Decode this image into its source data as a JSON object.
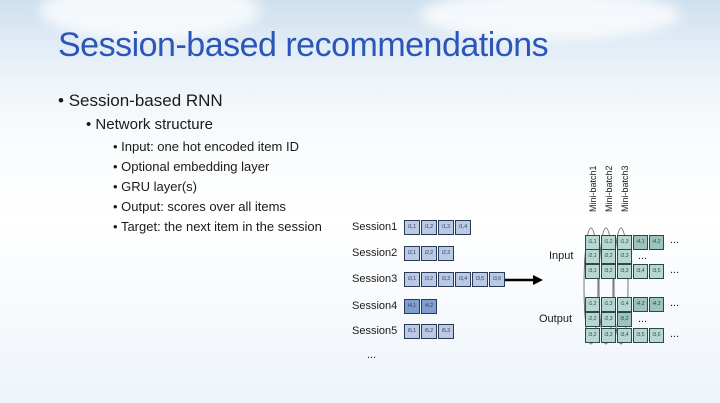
{
  "slide": {
    "title": "Session-based recommendations",
    "bullet1": "Session-based RNN",
    "bullet2": "Network structure",
    "bullet3": [
      "Input: one hot encoded item ID",
      "Optional embedding layer",
      "GRU layer(s)",
      "Output: scores over all items",
      "Target: the next item in the session"
    ]
  },
  "diagram": {
    "sessions": [
      {
        "label": "Session1",
        "items": [
          "i1,1",
          "i1,2",
          "i1,3",
          "i1,4"
        ]
      },
      {
        "label": "Session2",
        "items": [
          "i2,1",
          "i2,2",
          "i2,3"
        ]
      },
      {
        "label": "Session3",
        "items": [
          "i3,1",
          "i3,2",
          "i3,3",
          "i3,4",
          "i3,5",
          "i3,6"
        ]
      },
      {
        "label": "Session4",
        "items": [
          "i4,1",
          "i4,2"
        ]
      },
      {
        "label": "Session5",
        "items": [
          "i5,1",
          "i5,2",
          "i5,3"
        ]
      }
    ],
    "sessions_more": "...",
    "minibatches": [
      "Mini-batch1",
      "Mini-batch2",
      "Mini-batch3"
    ],
    "input_label": "Input",
    "output_label": "Output",
    "input_rows": [
      [
        "i1,1",
        "i1,2",
        "i1,3",
        "i4,1",
        "i4,2"
      ],
      [
        "i2,1",
        "i2,2",
        "i2,3"
      ],
      [
        "i3,1",
        "i3,2",
        "i3,3",
        "i3,4",
        "i3,5"
      ]
    ],
    "output_rows": [
      [
        "i1,2",
        "i1,3",
        "i1,4",
        "i4,2",
        "i4,3"
      ],
      [
        "i2,2",
        "i2,3",
        "i5,2"
      ],
      [
        "i3,2",
        "i3,3",
        "i3,4",
        "i3,5",
        "i3,6"
      ]
    ],
    "row_more": "...",
    "colors": {
      "session_cell": "#b9c9e6",
      "batch_cell": "#b7d7d2",
      "title": "#2b56b8"
    }
  }
}
